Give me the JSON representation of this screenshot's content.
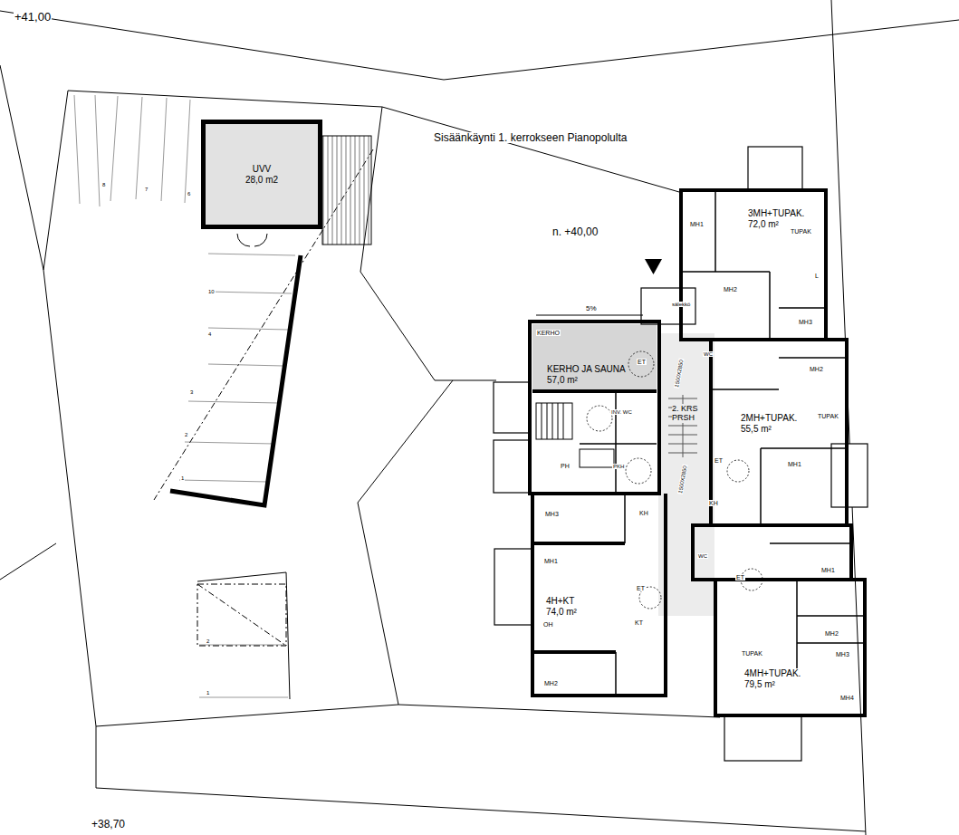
{
  "diagram": {
    "nodes": [
      {
        "text": [
          "UVV",
          "28,0 m2"
        ]
      },
      {
        "text": [
          "KERHO JA SAUNA",
          "57,0 m²"
        ]
      },
      {
        "text": [
          "2. KRS PRSH"
        ]
      },
      {
        "text": [
          "3MH+TUPAK.",
          "72,0 m²"
        ]
      },
      {
        "text": [
          "2MH+TUPAK.",
          "55,5 m²"
        ]
      },
      {
        "text": [
          "4MH+TUPAK.",
          "79,5 m²"
        ]
      },
      {
        "text": [
          "4H+KT",
          "74,0 m²"
        ]
      }
    ],
    "labels": [
      "+41,00",
      "Sisäänkäynti 1. kerrokseen Pianopolulta",
      "n. +40,00",
      "+38,70",
      "5%",
      "KERHO",
      "sälekkö",
      "ET",
      "INV. WC",
      "PH",
      "PKH",
      "1500X2850",
      "1500X2850",
      "MH1",
      "TUPAK",
      "L",
      "MH2",
      "MH3",
      "WC",
      "MH2",
      "TUPAK",
      "ET",
      "MH1",
      "KH",
      "WC",
      "ET",
      "MH1",
      "MH2",
      "TUPAK",
      "MH3",
      "MH4",
      "MH3",
      "KH",
      "MH1",
      "ET",
      "OH",
      "KT",
      "MH2",
      "8",
      "7",
      "6",
      "10",
      "4",
      "3",
      "2",
      "1",
      "2",
      "1"
    ]
  }
}
